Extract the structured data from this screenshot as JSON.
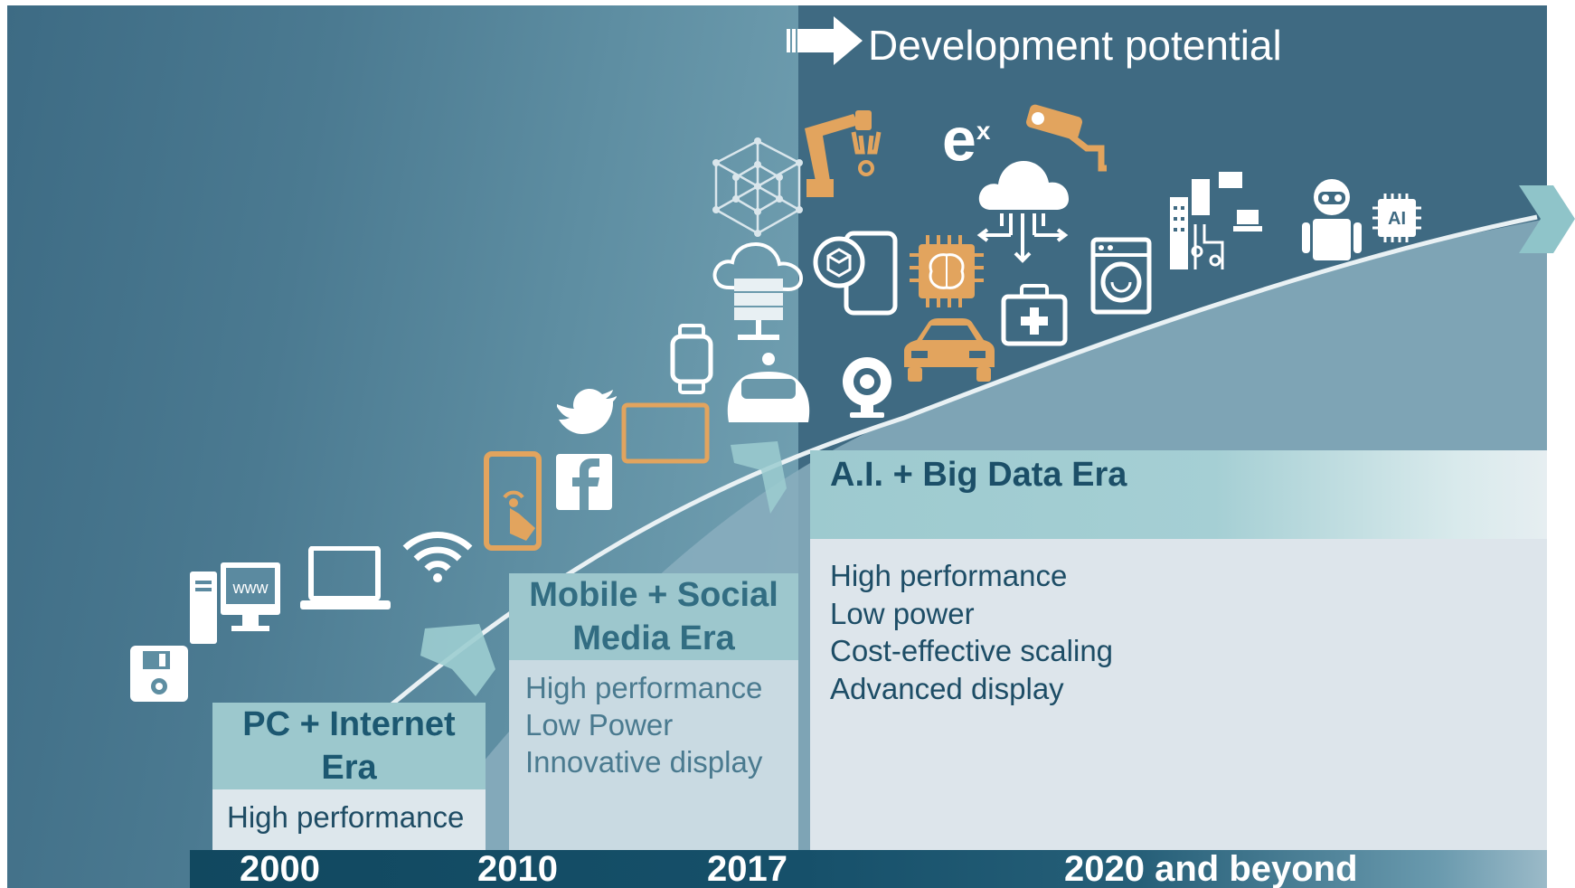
{
  "header": {
    "development_potential": "Development potential"
  },
  "eras": [
    {
      "title": "PC + Internet Era",
      "features": [
        "High performance"
      ]
    },
    {
      "title": "Mobile + Social Media Era",
      "features": [
        "High performance",
        "Low Power",
        "Innovative display"
      ]
    },
    {
      "title": "A.I. + Big Data Era",
      "features": [
        "High performance",
        "Low power",
        "Cost-effective scaling",
        "Advanced display"
      ]
    }
  ],
  "timeline": [
    "2000",
    "2010",
    "2017",
    "2020 and beyond"
  ],
  "icons": {
    "www_label": "www",
    "ai_chip_label": "AI",
    "ex_label": "e",
    "ex_sup": "x"
  },
  "colors": {
    "dark_teal": "#3f6a82",
    "light_teal": "#9cc8cd",
    "header_text": "#1c5871",
    "orange_icons": "#e2a45e",
    "timeline": "#11485f"
  }
}
